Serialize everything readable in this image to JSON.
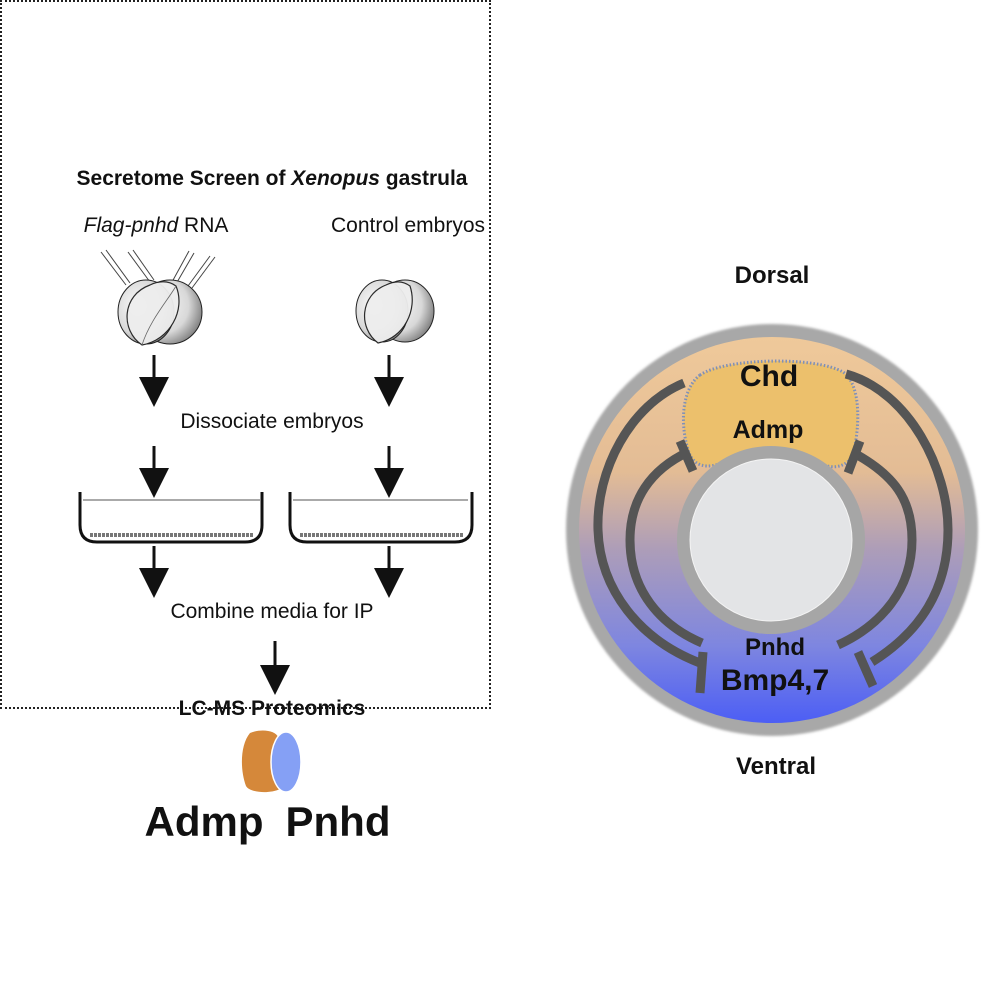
{
  "left_panel": {
    "title_prefix": "Secretome Screen of ",
    "title_italic": "Xenopus",
    "title_suffix": " gastrula",
    "condition_left_italic": "Flag-pnhd",
    "condition_left_suffix": " RNA",
    "condition_right": "Control embryos",
    "step_dissociate": "Dissociate embryos",
    "step_combine": "Combine media for IP",
    "step_method": "LC-MS Proteomics",
    "result_left": "Admp",
    "result_right": "Pnhd",
    "icons": [
      "microinjection-needles-icon",
      "embryo-icon",
      "culture-dish-icon",
      "down-arrow-icon",
      "protein-complex-icon"
    ]
  },
  "right_panel": {
    "dorsal_label": "Dorsal",
    "ventral_label": "Ventral",
    "dorsal_genes": [
      "Chd",
      "Admp"
    ],
    "ventral_genes": [
      "Pnhd",
      "Bmp4,7"
    ]
  },
  "colors": {
    "admp_orange": "#d5883a",
    "pnhd_blue": "#85a0f5",
    "dorsal_gradient": "#ebc394",
    "ventral_gradient": "#5a64f0",
    "organizer_fill": "#ecc06c",
    "ring_gray": "#a8a8a8",
    "inhibitor_arc": "#555555",
    "inner_fill": "#e3e4e6"
  }
}
